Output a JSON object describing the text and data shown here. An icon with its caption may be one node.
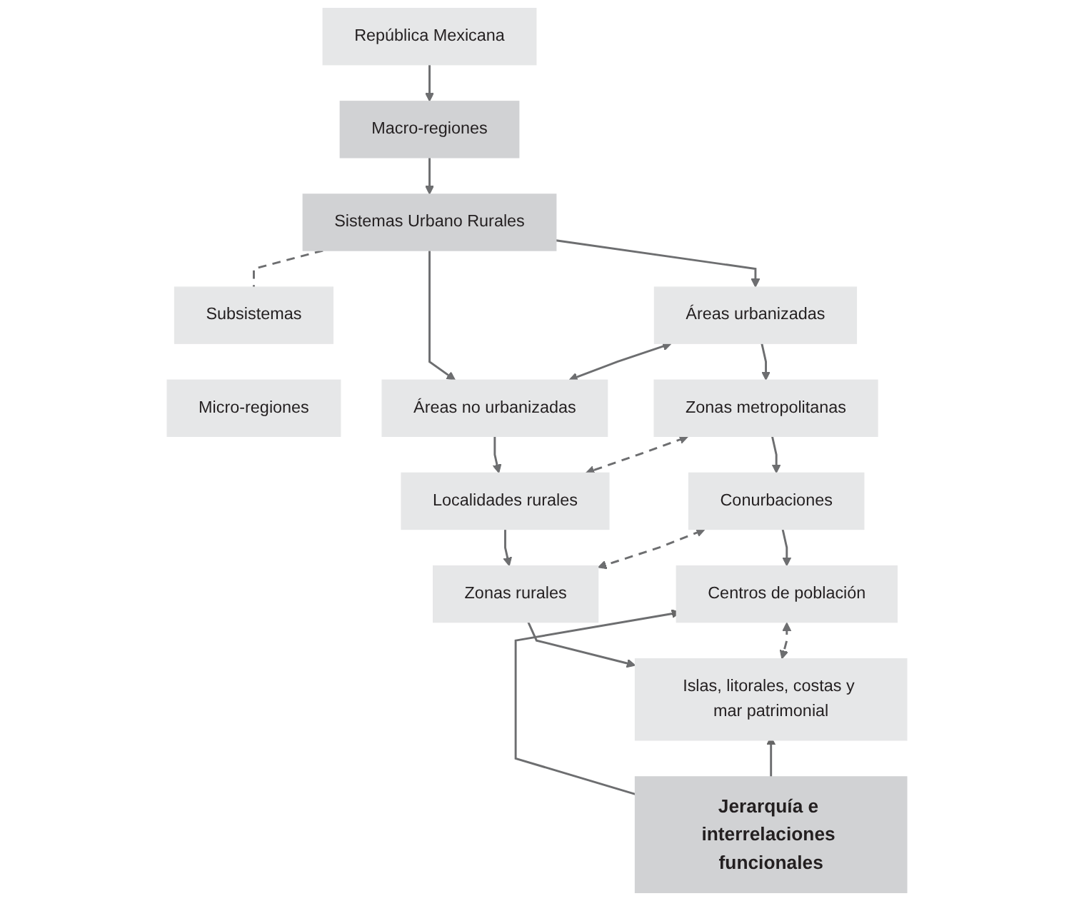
{
  "diagram": {
    "nodes": [
      {
        "text": [
          "República Mexicana"
        ]
      },
      {
        "text": [
          "Macro-regiones"
        ]
      },
      {
        "text": [
          "Sistemas Urbano Rurales"
        ]
      },
      {
        "text": [
          "Subsistemas"
        ]
      },
      {
        "text": [
          "Micro-regiones"
        ]
      },
      {
        "text": [
          "Áreas urbanizadas"
        ]
      },
      {
        "text": [
          "Áreas no urbanizadas"
        ]
      },
      {
        "text": [
          "Zonas metropolitanas"
        ]
      },
      {
        "text": [
          "Localidades rurales"
        ]
      },
      {
        "text": [
          "Conurbaciones"
        ]
      },
      {
        "text": [
          "Zonas rurales"
        ]
      },
      {
        "text": [
          "Centros de población"
        ]
      },
      {
        "text": [
          "Islas, litorales, costas y mar patrimonial"
        ]
      },
      {
        "text": [
          "Jerarquía e interrelaciones funcionales"
        ]
      }
    ],
    "edges": [
      {
        "from": 0,
        "to": 1,
        "arrow": "to"
      },
      {
        "from": 1,
        "to": 2,
        "arrow": "to"
      },
      {
        "from": 2,
        "to": 3,
        "arrow": "none",
        "style": "dashed"
      },
      {
        "from": 2,
        "to": 5,
        "arrow": "to"
      },
      {
        "from": 2,
        "to": 6,
        "arrow": "to"
      },
      {
        "from": 5,
        "to": 6,
        "arrow": "both"
      },
      {
        "from": 5,
        "to": 7,
        "arrow": "to"
      },
      {
        "from": 6,
        "to": 8,
        "arrow": "to"
      },
      {
        "from": 7,
        "to": 8,
        "arrow": "both",
        "style": "dashed"
      },
      {
        "from": 7,
        "to": 9,
        "arrow": "to"
      },
      {
        "from": 8,
        "to": 10,
        "arrow": "to"
      },
      {
        "from": 9,
        "to": 10,
        "arrow": "both",
        "style": "dashed"
      },
      {
        "from": 9,
        "to": 11,
        "arrow": "to"
      },
      {
        "from": 10,
        "to": 12,
        "arrow": "to"
      },
      {
        "from": 11,
        "to": 12,
        "arrow": "both",
        "style": "dashed"
      },
      {
        "from": 13,
        "to": 11,
        "arrow": "to"
      },
      {
        "from": 13,
        "to": 12,
        "arrow": "to"
      }
    ]
  }
}
